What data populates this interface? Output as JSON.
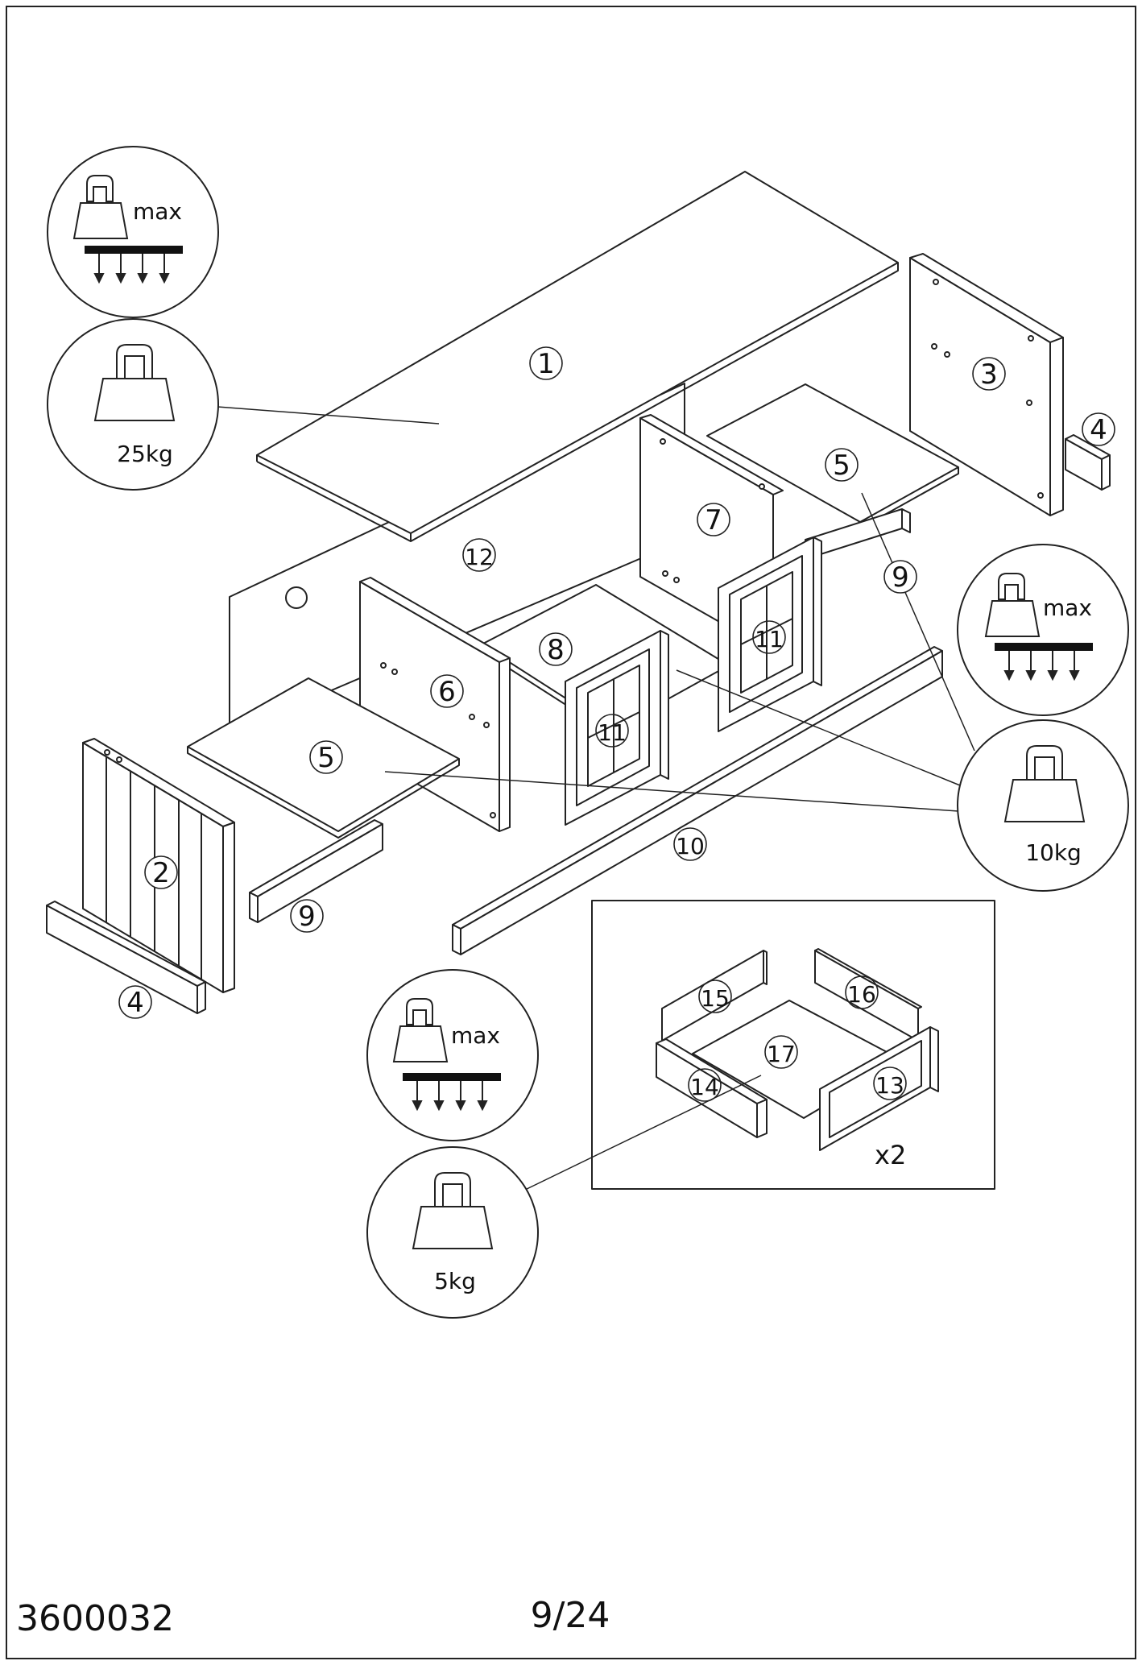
{
  "diagram": {
    "parts": [
      {
        "id": "part-1",
        "label": "1"
      },
      {
        "id": "part-2",
        "label": "2"
      },
      {
        "id": "part-3",
        "label": "3"
      },
      {
        "id": "part-4-right",
        "label": "4"
      },
      {
        "id": "part-4-left",
        "label": "4"
      },
      {
        "id": "part-5-right",
        "label": "5"
      },
      {
        "id": "part-5-left",
        "label": "5"
      },
      {
        "id": "part-6",
        "label": "6"
      },
      {
        "id": "part-7",
        "label": "7"
      },
      {
        "id": "part-8",
        "label": "8"
      },
      {
        "id": "part-9-right",
        "label": "9"
      },
      {
        "id": "part-9-left",
        "label": "9"
      },
      {
        "id": "part-10",
        "label": "10"
      },
      {
        "id": "part-11-right",
        "label": "11"
      },
      {
        "id": "part-11-left",
        "label": "11"
      },
      {
        "id": "part-12",
        "label": "12"
      },
      {
        "id": "part-13",
        "label": "13"
      },
      {
        "id": "part-14",
        "label": "14"
      },
      {
        "id": "part-15",
        "label": "15"
      },
      {
        "id": "part-16",
        "label": "16"
      },
      {
        "id": "part-17",
        "label": "17"
      }
    ],
    "load_limits": [
      {
        "id": "top",
        "max_label": "max",
        "weight": "25kg"
      },
      {
        "id": "shelf",
        "max_label": "max",
        "weight": "10kg"
      },
      {
        "id": "drawer",
        "max_label": "max",
        "weight": "5kg"
      }
    ],
    "drawer_multiplier": "x2"
  },
  "footer": {
    "product_code": "3600032",
    "page_number": "9/24"
  }
}
